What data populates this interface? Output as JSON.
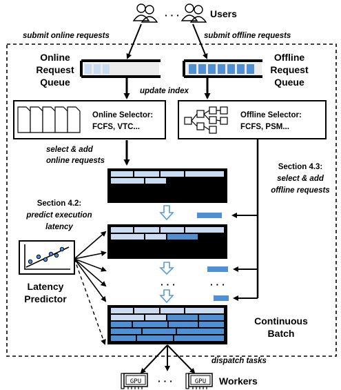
{
  "top": {
    "users_label": "Users",
    "users_dots": "· · ·"
  },
  "edges": {
    "submit_online": "submit online requests",
    "submit_offline": "submit offline requests",
    "update_index": "update index",
    "select_online_1": "select & add",
    "select_online_2": "online requests",
    "dispatch": "dispatch tasks"
  },
  "online_queue": {
    "label_1": "Online",
    "label_2": "Request",
    "label_3": "Queue"
  },
  "offline_queue": {
    "label_1": "Offline",
    "label_2": "Request",
    "label_3": "Queue"
  },
  "online_selector": {
    "title": "Online Selector:",
    "policies": "FCFS, VTC..."
  },
  "offline_selector": {
    "title": "Offline Selector:",
    "policies": "FCFS, PSM..."
  },
  "section_43": {
    "line_1": "Section 4.3:",
    "line_2": "select & add",
    "line_3": "offline requests"
  },
  "section_42": {
    "line_1": "Section 4.2:",
    "line_2": "predict execution",
    "line_3": "latency"
  },
  "predictor": {
    "line_1": "Latency",
    "line_2": "Predictor"
  },
  "continuous_batch": {
    "line_1": "Continuous",
    "line_2": "Batch"
  },
  "ellipsis": "· · ·",
  "workers": {
    "label": "Workers",
    "gpu_label": "GPU",
    "dots": "· · ·"
  },
  "colors": {
    "light_blue": "#c9dcf2",
    "mid_blue": "#4f8fd4",
    "dark": "#000000",
    "arrow_blue": "#5a9ad8"
  }
}
